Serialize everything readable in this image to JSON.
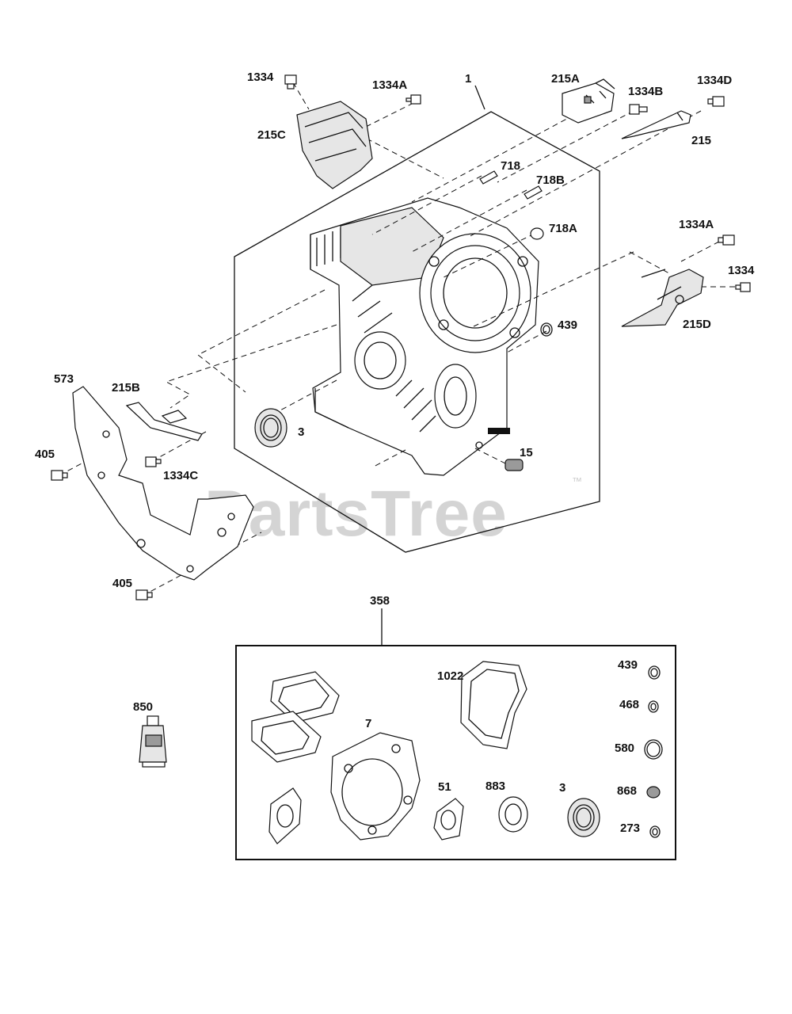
{
  "watermark": {
    "text": "PartsTree",
    "trademark": "™"
  },
  "callouts": {
    "c1": "1",
    "c1334_top": "1334",
    "c1334A_top": "1334A",
    "c215C": "215C",
    "c215A": "215A",
    "c1334B": "1334B",
    "c1334D": "1334D",
    "c215": "215",
    "c718": "718",
    "c718B": "718B",
    "c718A": "718A",
    "c1334A_right": "1334A",
    "c1334_right": "1334",
    "c215D": "215D",
    "c439_top": "439",
    "c573": "573",
    "c215B": "215B",
    "c3_top": "3",
    "c15": "15",
    "c405_top": "405",
    "c1334C": "1334C",
    "c405_bottom": "405",
    "c358": "358",
    "c850": "850",
    "c1022": "1022",
    "c7": "7",
    "c51": "51",
    "c883": "883",
    "c3_kit": "3",
    "c439_kit": "439",
    "c468": "468",
    "c580": "580",
    "c868": "868",
    "c273": "273"
  },
  "colors": {
    "line": "#111111",
    "watermark": "#d4d4d4",
    "background": "#ffffff"
  }
}
